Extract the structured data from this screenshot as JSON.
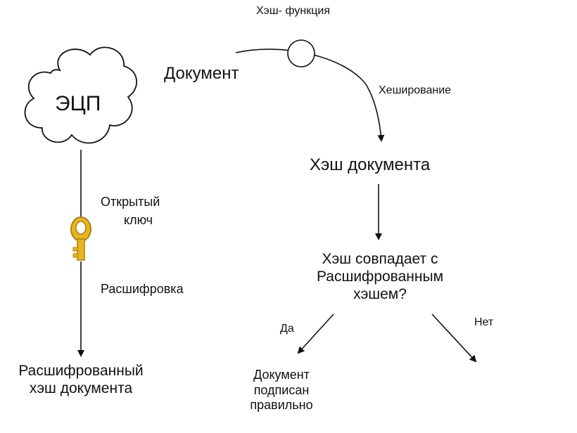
{
  "nodes": {
    "hash_function": "Хэш- функция",
    "document": "Документ",
    "hashing": "Хеширование",
    "document_hash": "Хэш документа",
    "question": {
      "line1": "Хэш совпадает с",
      "line2": "Расшифрованным",
      "line3": "хэшем?"
    },
    "yes": "Да",
    "no": "Нет",
    "result": {
      "line1": "Документ",
      "line2": "подписан",
      "line3": "правильно"
    },
    "signature": "ЭЦП",
    "public_key": {
      "line1": "Открытый",
      "line2": "ключ"
    },
    "decryption": "Расшифровка",
    "decrypted_hash": {
      "line1": "Расшифрованный",
      "line2": "хэш документа"
    }
  },
  "icons": {
    "cloud": "cloud-icon",
    "key": "key-icon",
    "function": "circle-node-icon"
  },
  "colors": {
    "line": "#111111",
    "cloud_fill": "#ffffff",
    "key_gold": "#e8b520",
    "key_dark": "#b07f10"
  }
}
